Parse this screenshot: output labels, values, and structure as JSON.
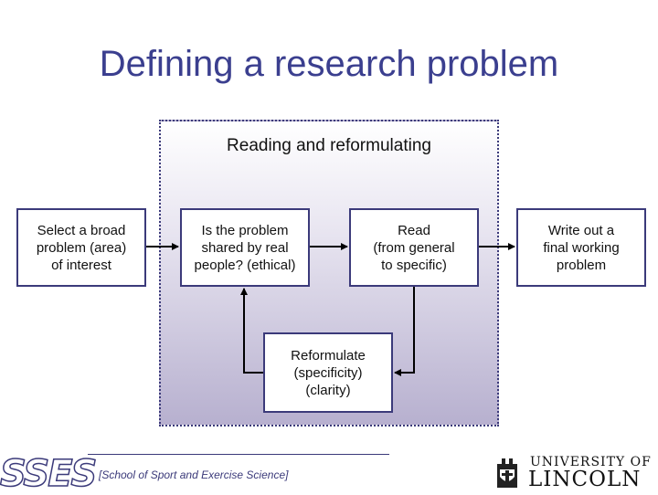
{
  "title": "Defining a research problem",
  "region": {
    "label": "Reading and reformulating"
  },
  "boxes": {
    "select": "Select a broad\nproblem (area)\nof interest",
    "shared": "Is the problem\nshared by real\npeople? (ethical)",
    "read": "Read\n(from general\nto specific)",
    "reformulate": "Reformulate\n(specificity)\n(clarity)",
    "write": "Write out a\nfinal working\nproblem"
  },
  "footer": {
    "logo_text": "SSES",
    "school": "[School of Sport and Exercise Science]",
    "university_line1": "UNIVERSITY OF",
    "university_line2": "LINCOLN"
  },
  "colors": {
    "title": "#3b3f8f",
    "border": "#3b3a7a",
    "region_gradient_bottom": "#b7b0cf"
  }
}
